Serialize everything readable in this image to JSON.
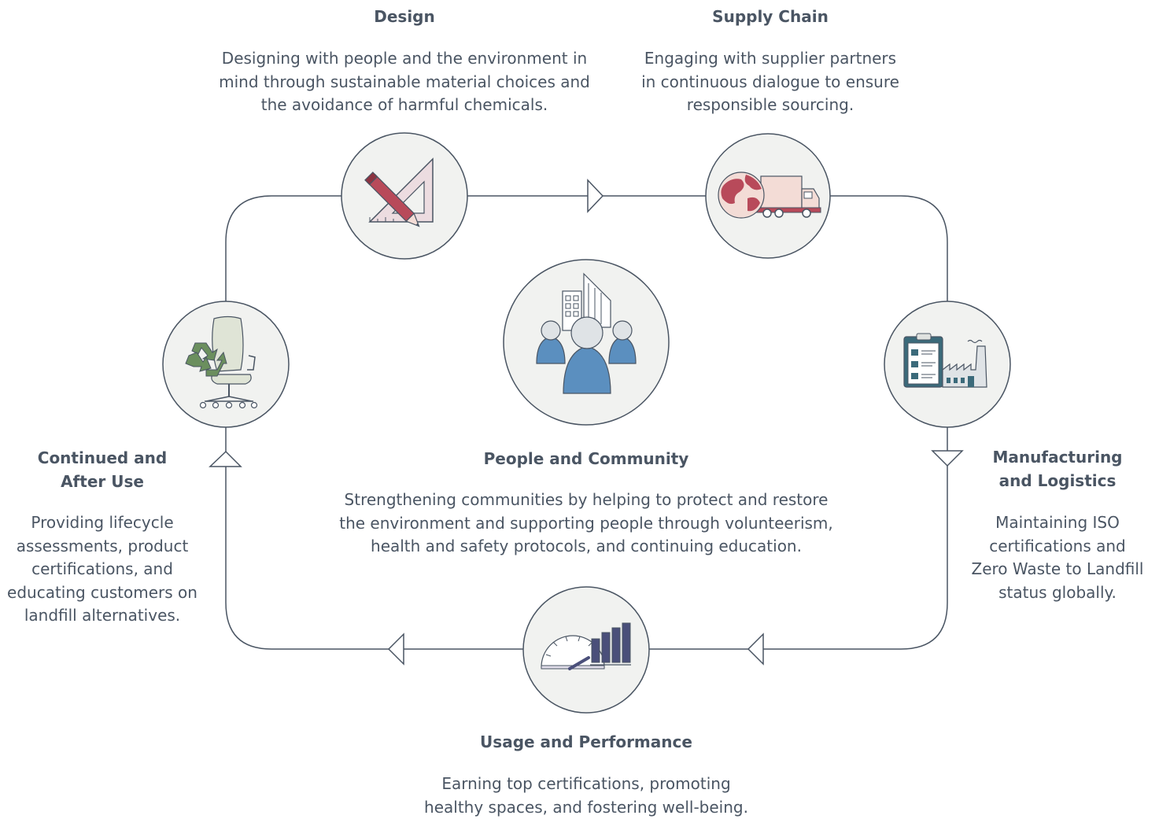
{
  "palette": {
    "line": "#4a5563",
    "circle_fill": "#f1f2f0",
    "circle_stroke": "#4a5563",
    "accent_red": "#b84a5a",
    "accent_pink": "#f3dcd6",
    "accent_blue": "#5b8fbf",
    "accent_green": "#6b8f5e",
    "accent_navy": "#4a4f7a",
    "accent_teal": "#3b6a7a",
    "text": "#4a5563"
  },
  "stages": {
    "design": {
      "icon": "pencil-triangle-ruler-icon",
      "title": [
        "Design"
      ],
      "desc": [
        "Designing with people and the environment in",
        "mind through sustainable material choices and",
        "the avoidance of harmful chemicals."
      ]
    },
    "supply_chain": {
      "icon": "globe-truck-icon",
      "title": [
        "Supply Chain"
      ],
      "desc": [
        "Engaging with supplier partners",
        "in continuous dialogue to ensure",
        "responsible sourcing."
      ]
    },
    "manufacturing": {
      "icon": "clipboard-factory-icon",
      "title": [
        "Manufacturing",
        "and Logistics"
      ],
      "desc": [
        "Maintaining ISO",
        "certifications and",
        "Zero Waste to Landfill",
        "status globally."
      ]
    },
    "usage": {
      "icon": "gauge-bars-icon",
      "title": [
        "Usage and Performance"
      ],
      "desc": [
        "Earning top certifications, promoting",
        "healthy spaces, and fostering well-being."
      ]
    },
    "after_use": {
      "icon": "recycle-chair-icon",
      "title": [
        "Continued and",
        "After Use"
      ],
      "desc": [
        "Providing lifecycle",
        "assessments, product",
        "certifications, and",
        "educating customers on",
        "landfill alternatives."
      ]
    },
    "community": {
      "icon": "people-buildings-icon",
      "title": [
        "People and Community"
      ],
      "desc": [
        "Strengthening communities by helping to protect and restore",
        "the environment and supporting people through volunteerism,",
        "health and safety protocols, and continuing education."
      ]
    }
  }
}
